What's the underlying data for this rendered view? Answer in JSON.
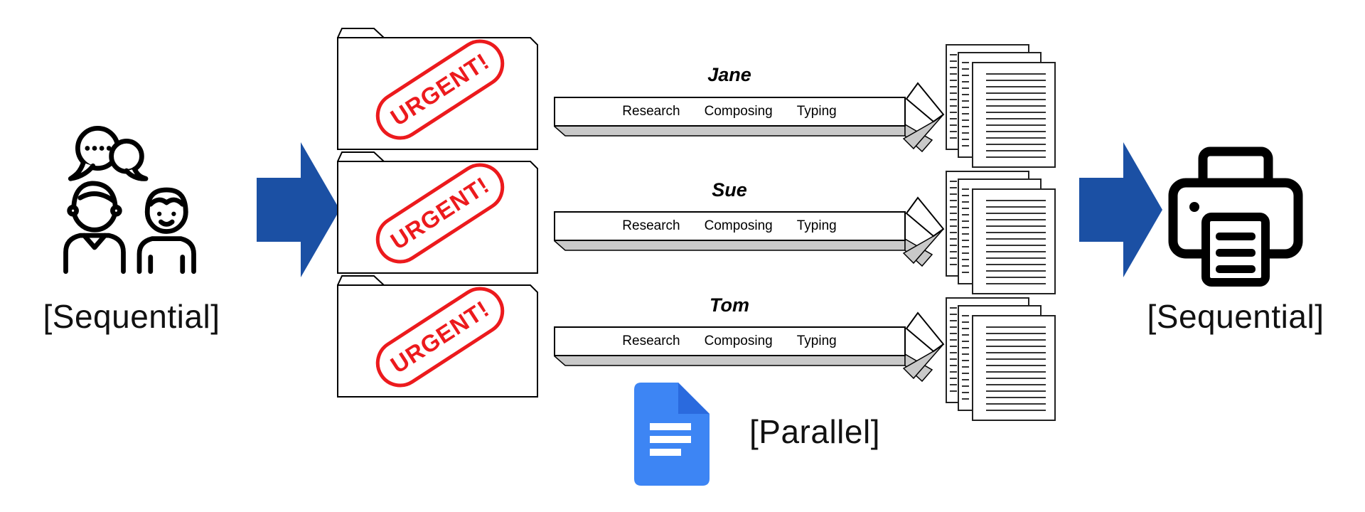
{
  "captions": {
    "left": "[Sequential]",
    "right": "[Sequential]",
    "bottom": "[Parallel]"
  },
  "folders": {
    "count": 3,
    "stamp_text": "URGENT!"
  },
  "workers": [
    {
      "name": "Jane",
      "stages": [
        "Research",
        "Composing",
        "Typing"
      ]
    },
    {
      "name": "Sue",
      "stages": [
        "Research",
        "Composing",
        "Typing"
      ]
    },
    {
      "name": "Tom",
      "stages": [
        "Research",
        "Composing",
        "Typing"
      ]
    }
  ],
  "icons": {
    "left": "people-conversation-icon",
    "flow": "blue-right-arrow-icon",
    "output": "document-stack-icon",
    "right": "printer-icon",
    "bottom": "google-docs-icon"
  },
  "colors": {
    "arrow_blue": "#1b50a4",
    "stamp_red": "#ec1a1d",
    "docs_blue": "#3d85f4",
    "docs_fold_blue": "#2a6ade",
    "ribbon_gray": "#c9c9c9",
    "line_black": "#111111"
  }
}
